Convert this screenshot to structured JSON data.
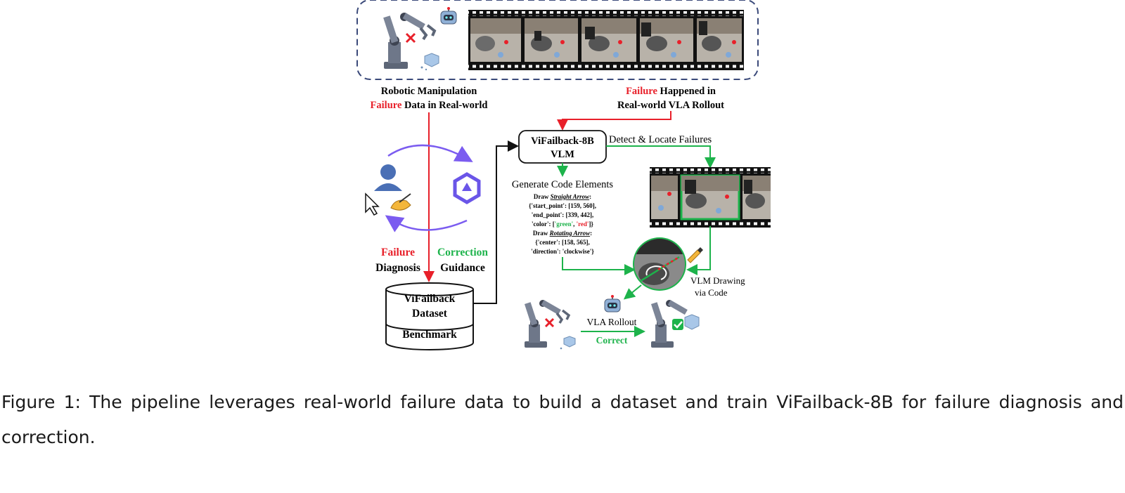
{
  "labels": {
    "robotic_manip_line1": "Robotic Manipulation",
    "robotic_manip_line2_red": "Failure",
    "robotic_manip_line2_rest": " Data in Real-world",
    "failure_happened_red": "Failure",
    "failure_happened_rest": " Happened in",
    "failure_happened_line2": "Real-world VLA Rollout",
    "vlm_line1": "ViFailback-8B",
    "vlm_line2": "VLM",
    "detect_locate": "Detect & Locate Failures",
    "generate_code": "Generate Code Elements",
    "failure_word": "Failure",
    "diagnosis_word": "Diagnosis",
    "correction_word": "Correction",
    "guidance_word": "Guidance",
    "dataset_line1": "ViFailback",
    "dataset_line2": "Dataset",
    "benchmark": "Benchmark",
    "vla_rollout": "VLA Rollout",
    "correct": "Correct",
    "vlm_drawing_line1": "VLM Drawing",
    "vlm_drawing_line2": "via Code"
  },
  "code": {
    "line1_prefix": "Draw ",
    "line1_em": "Straight Arrow",
    "line1_suffix": ":",
    "line2": "{'start_point': [159, 560],",
    "line3": "'end_point': [339, 442],",
    "line4_prefix": "'color': [",
    "line4_green": "'green'",
    "line4_sep": ", ",
    "line4_red": "'red'",
    "line4_suffix": "]}",
    "line5_prefix": "Draw ",
    "line5_em": "Rotating Arrow",
    "line5_suffix": ":",
    "line6": "{'center': [158, 565],",
    "line7": "'direction': 'clockwise'}"
  },
  "caption": {
    "text": "Figure 1: The pipeline leverages real-world failure data to build a dataset and train ViFailback-8B for failure diagnosis and correction."
  },
  "colors": {
    "red": "#e8202a",
    "green": "#1db34b",
    "purple": "#7b5cf0",
    "border_blue": "#3b4a7a",
    "robot_gray": "#5d6677"
  },
  "icons": [
    "robot-arm-icon",
    "robot-face-icon",
    "film-strip-icon",
    "person-icon",
    "cursor-icon",
    "writing-hand-icon",
    "qwen-logo-icon",
    "database-icon",
    "check-mark-icon",
    "cross-mark-icon"
  ]
}
